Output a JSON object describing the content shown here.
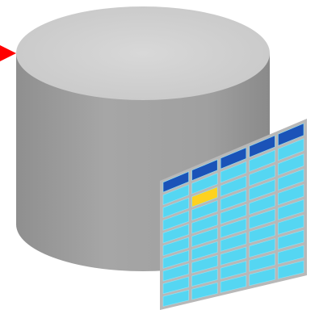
{
  "figure": {
    "subject": "database-cylinder-with-table",
    "pointer_arrow_color": "#ff0000",
    "cylinder": {
      "top_color": "#d2d2d2",
      "body_color": "#9e9e9e"
    },
    "table_sheet": {
      "columns": 5,
      "data_rows": 9,
      "header_color": "#1b53b8",
      "cell_color": "#55d6f2",
      "cell_highlight_color": "#ffd21e",
      "frame_color": "#b8b8b8",
      "highlighted_cell": {
        "row": 2,
        "col": 1
      }
    }
  }
}
